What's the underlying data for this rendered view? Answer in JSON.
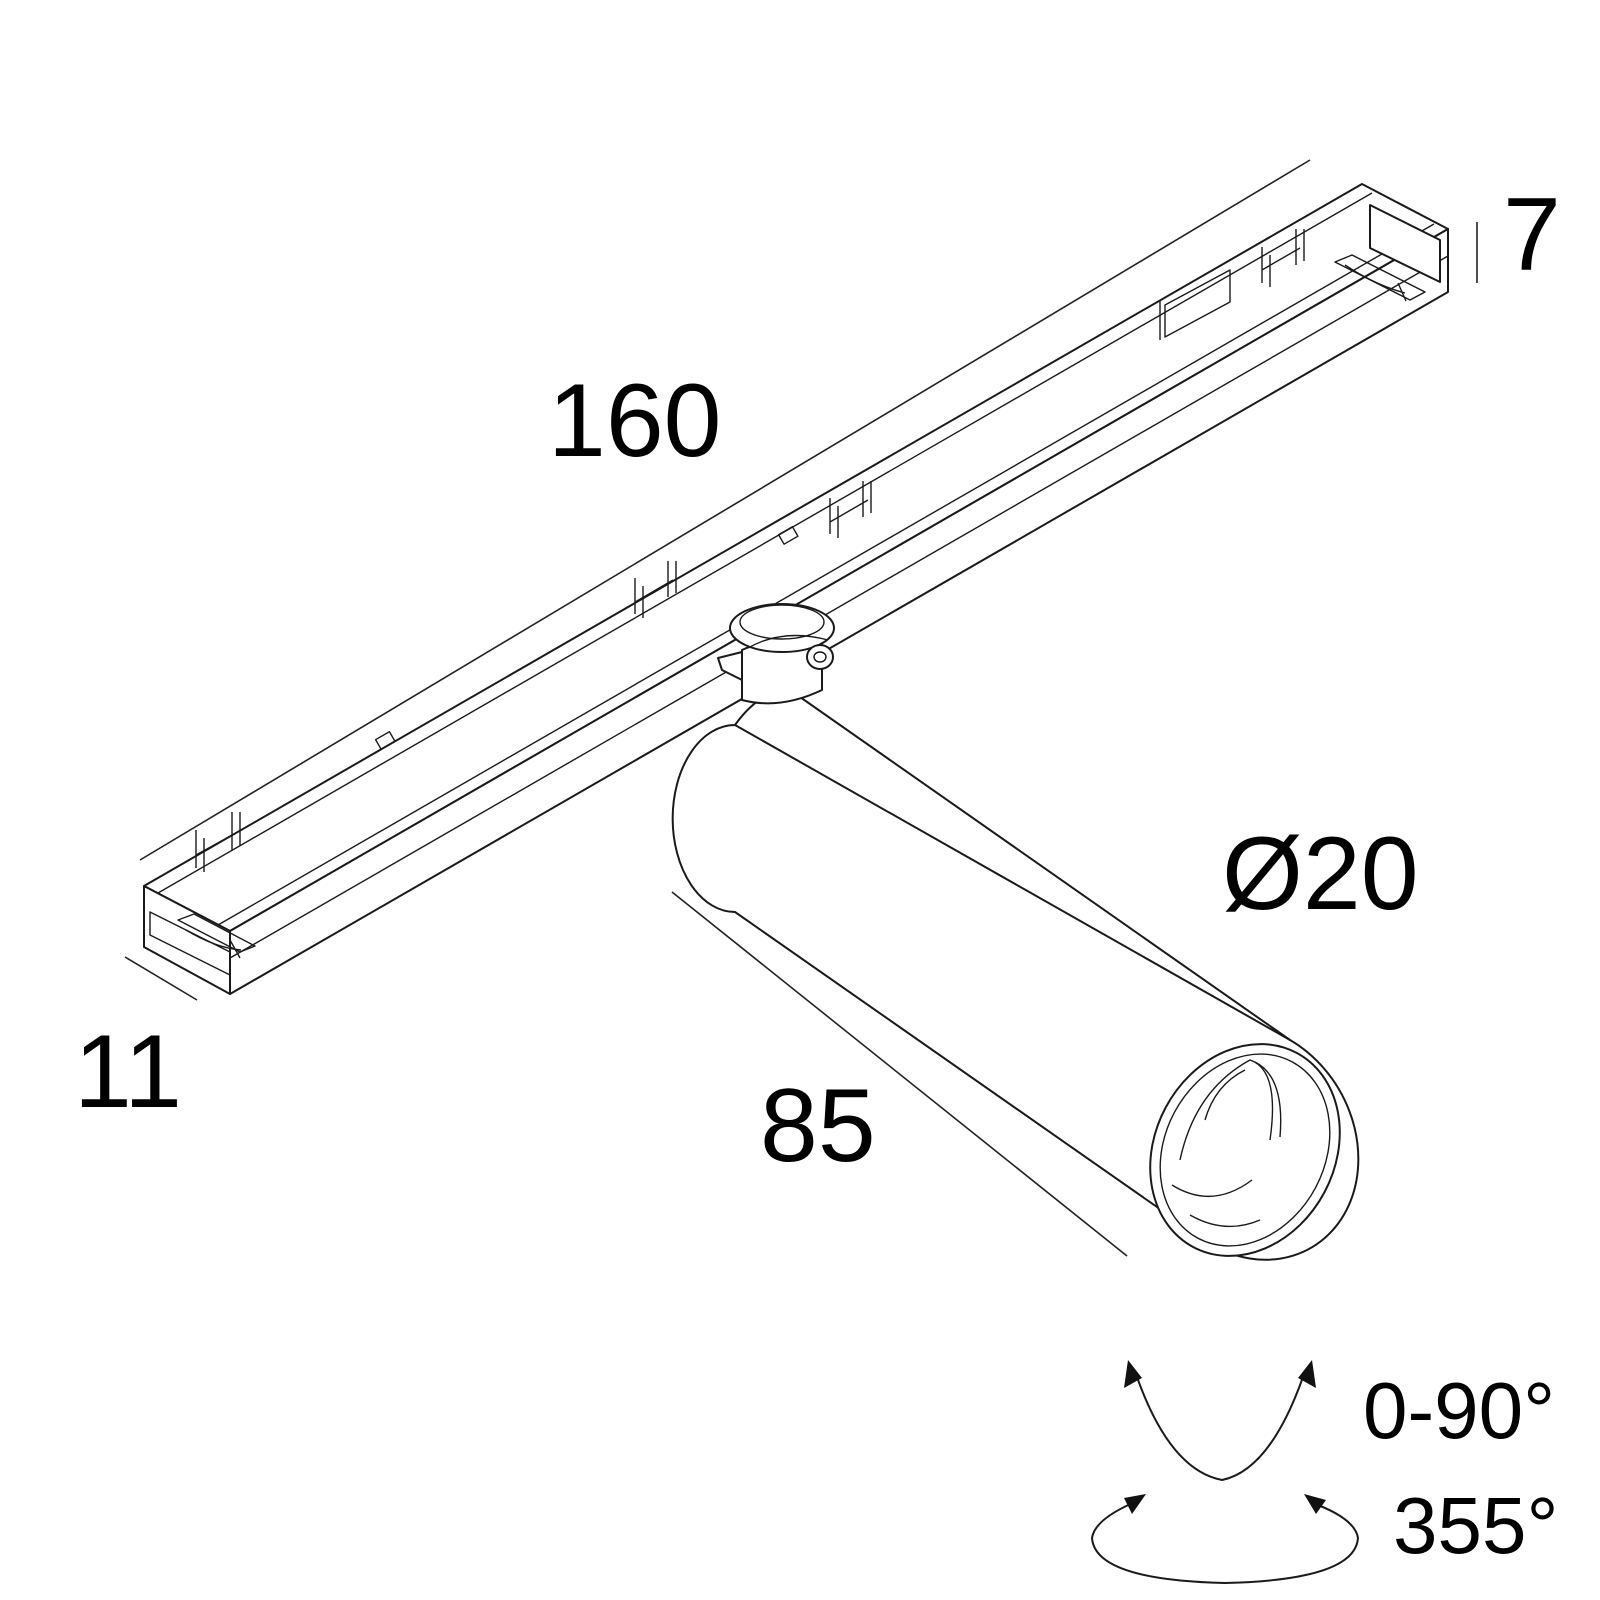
{
  "dimensions": {
    "length": "160",
    "height": "7",
    "width": "11",
    "spot_length": "85",
    "spot_diameter": "Ø20"
  },
  "rotation": {
    "tilt": "0-90°",
    "rotate": "355°"
  }
}
